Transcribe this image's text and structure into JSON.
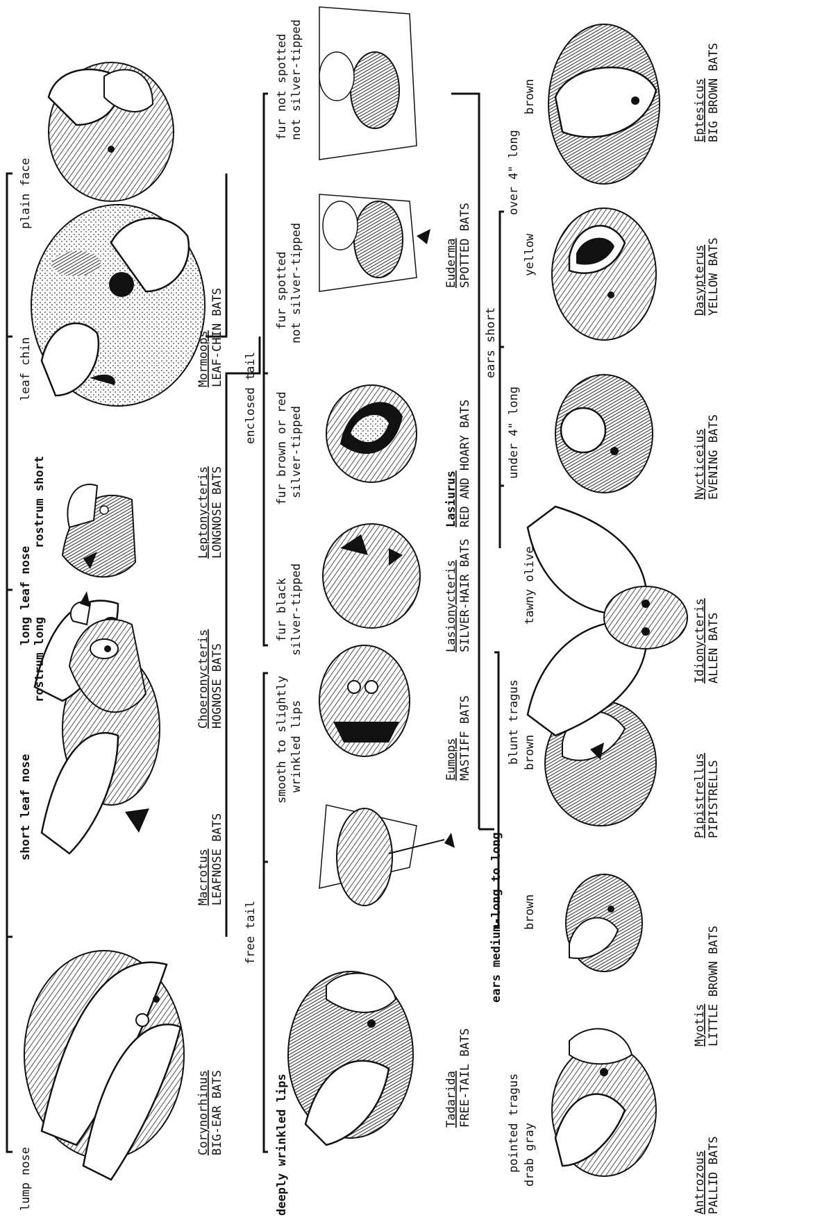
{
  "branches": {
    "lump_nose": "lump nose",
    "short_leaf_nose": "short leaf nose",
    "long_leaf_nose": "long leaf nose",
    "rostrum_long": "rostrum long",
    "rostrum_short": "rostrum short",
    "leaf_chin": "leaf chin",
    "plain_face": "plain face",
    "free_tail": "free tail",
    "enclosed_tail": "enclosed tail",
    "deeply_wrinkled_lips": "deeply wrinkled lips",
    "smooth_lips_1": "smooth to slightly",
    "smooth_lips_2": "wrinkled lips",
    "fur_black_1": "fur black",
    "fur_black_2": "silver-tipped",
    "fur_brown_red_1": "fur brown or red",
    "fur_brown_red_2": "silver-tipped",
    "fur_spotted_1": "fur spotted",
    "fur_spotted_2": "not silver-tipped",
    "fur_not_spotted_1": "fur not spotted",
    "fur_not_spotted_2": "not silver-tipped",
    "ears_medium_long": "ears medium-long to long",
    "ears_short": "ears short",
    "pointed_tragus": "pointed tragus",
    "blunt_tragus": "blunt tragus",
    "drab_gray": "drab gray",
    "brown_myotis": "brown",
    "brown_pipistrellus": "brown",
    "tawny_olive": "tawny olive",
    "under_4_long": "under 4\" long",
    "over_4_long": "over 4\" long",
    "yellow": "yellow",
    "brown_eptesicus": "brown"
  },
  "taxa": {
    "corynorhinus": {
      "genus": "Corynorhinus",
      "common": "BIG-EAR BATS"
    },
    "macrotus": {
      "genus": "Macrotus",
      "common": "LEAFNOSE BATS"
    },
    "choeronycteris": {
      "genus": "Choeronycteris",
      "common": "HOGNOSE BATS"
    },
    "leptonycteris": {
      "genus": "Leptonycteris",
      "common": "LONGNOSE BATS"
    },
    "mormoops": {
      "genus": "Mormoops",
      "common": "LEAF-CHIN BATS"
    },
    "tadarida": {
      "genus": "Tadarida",
      "common": "FREE-TAIL BATS"
    },
    "eumops": {
      "genus": "Eumops",
      "common": "MASTIFF BATS"
    },
    "lasionycteris": {
      "genus": "Lasionycteris",
      "common": "SILVER-HAIR BATS"
    },
    "lasiurus": {
      "genus": "Lasiurus",
      "common": "RED AND HOARY BATS"
    },
    "euderma": {
      "genus": "Euderma",
      "common": "SPOTTED BATS"
    },
    "antrozous": {
      "genus": "Antrozous",
      "common": "PALLID BATS"
    },
    "myotis": {
      "genus": "Myotis",
      "common": "LITTLE BROWN BATS"
    },
    "pipistrellus": {
      "genus": "Pipistrellus",
      "common": "PIPISTRELLS"
    },
    "idionycteris": {
      "genus": "Idionycteris",
      "common": "ALLEN BATS"
    },
    "nycticeius": {
      "genus": "Nycticeius",
      "common": "EVENING BATS"
    },
    "dasypterus": {
      "genus": "Dasypterus",
      "common": "YELLOW BATS"
    },
    "eptesicus": {
      "genus": "Eptesicus",
      "common": "BIG BROWN BATS"
    }
  },
  "illustrations": [
    "bat-head-lump-nose-icon",
    "bat-head-short-leaf-nose-icon",
    "bat-head-rostrum-long-icon",
    "bat-head-rostrum-short-icon",
    "bat-head-leaf-chin-icon",
    "bat-head-plain-face-icon",
    "bat-head-deeply-wrinkled-lips-icon",
    "bat-body-free-tail-icon",
    "bat-head-smooth-lips-icon",
    "bat-head-black-silver-tipped-icon",
    "bat-head-brown-red-silver-tipped-icon",
    "bat-body-spotted-icon",
    "bat-body-not-spotted-icon",
    "bat-head-drab-gray-icon",
    "bat-head-myotis-icon",
    "bat-head-pipistrellus-icon",
    "bat-head-tawny-olive-icon",
    "bat-head-nycticeius-icon",
    "bat-head-dasypterus-icon",
    "bat-head-eptesicus-icon"
  ]
}
